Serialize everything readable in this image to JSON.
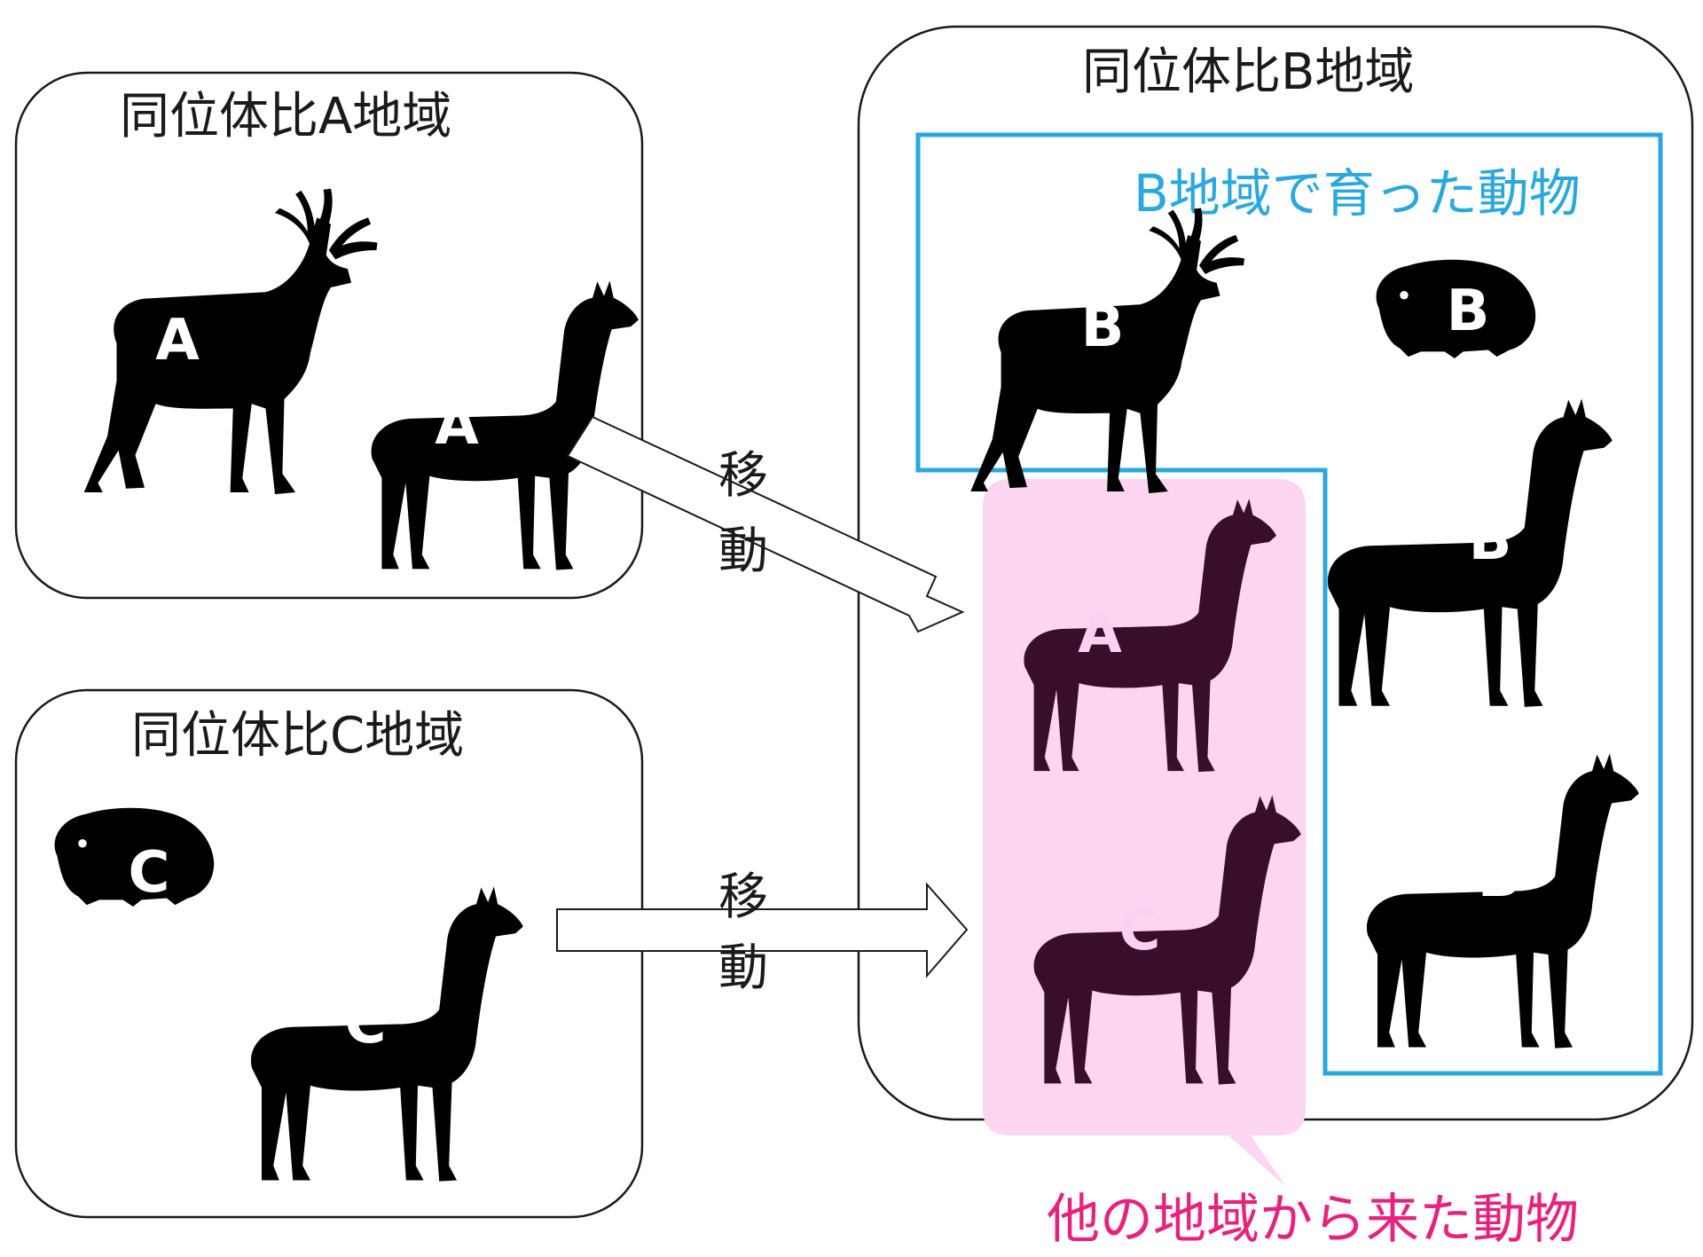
{
  "regions": {
    "a": {
      "title": "同位体比A地域"
    },
    "b": {
      "title": "同位体比B地域"
    },
    "c": {
      "title": "同位体比C地域"
    }
  },
  "labels": {
    "raised_in_b": "B地域で育った動物",
    "from_other": "他の地域から来た動物",
    "move_top": "移",
    "move_bottom": "動"
  },
  "animals": {
    "a_deer": "A",
    "a_alpaca": "A",
    "c_guinea": "C",
    "c_llama": "C",
    "b_deer": "B",
    "b_guinea": "B",
    "b_llama_big": "B",
    "b_alpaca": "B",
    "migrant_a": "A",
    "migrant_c": "C"
  },
  "colors": {
    "blue_box": "#29a8e0",
    "pink_box": "#fcd5f1",
    "pink_label": "#e7217d",
    "silhouette": "#000000",
    "migrant_silhouette": "#3a0d2a"
  }
}
